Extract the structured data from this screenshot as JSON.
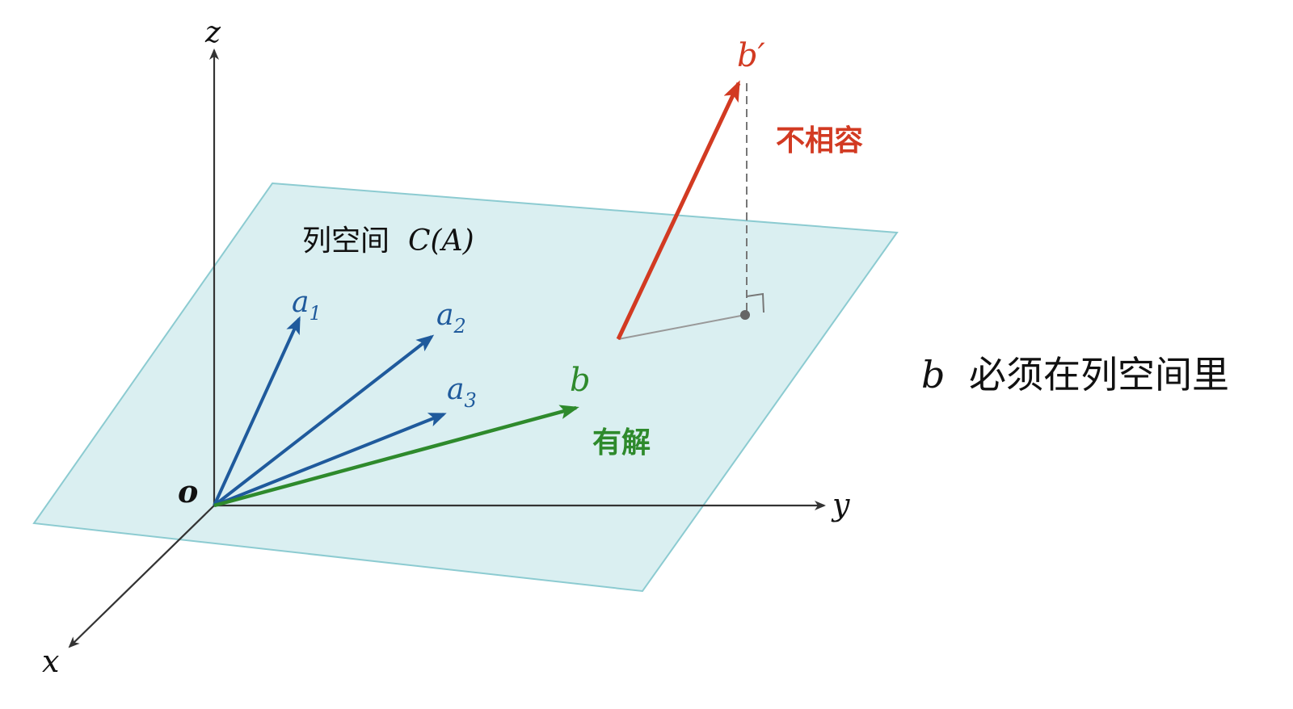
{
  "axes": {
    "z_label": "z",
    "y_label": "y",
    "x_label": "x",
    "origin_label": "o"
  },
  "plane": {
    "label_cn": "列空间",
    "label_math": "C(A)"
  },
  "vectors": {
    "a1": {
      "base": "a",
      "sub": "1"
    },
    "a2": {
      "base": "a",
      "sub": "2"
    },
    "a3": {
      "base": "a",
      "sub": "3"
    },
    "b": "b",
    "b_prime": "b′"
  },
  "annotations": {
    "solvable": "有解",
    "inconsistent": "不相容"
  },
  "caption": {
    "math": "b",
    "text": "必须在列空间里"
  },
  "colors": {
    "plane_fill": "#d3ecee",
    "plane_stroke": "#8ccbd1",
    "axis": "#333333",
    "a_vectors": "#1f5a9c",
    "b_vector": "#2e8a2c",
    "b_prime_vector": "#d23a22",
    "projection": "#999999",
    "text": "#111111"
  }
}
